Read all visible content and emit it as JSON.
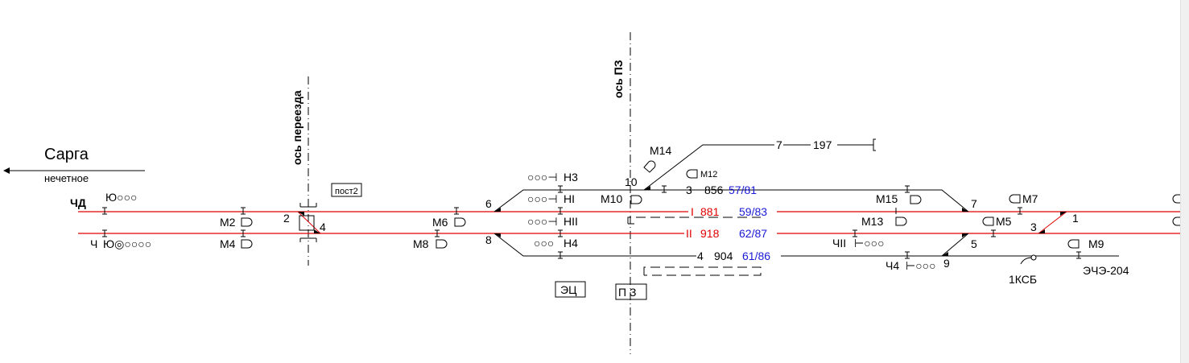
{
  "direction": {
    "station": "Сарга",
    "subtitle": "нечетное"
  },
  "axes": {
    "crossing_axis": "ось переезда",
    "pz_axis": "ось ПЗ"
  },
  "boxes": {
    "post": "пост2",
    "ec": "ЭЦ",
    "pz": "П З"
  },
  "colors": {
    "electrified_track": "#e00000",
    "track": "#000000",
    "length_label": "#1a1ad6",
    "background": "#ffffff"
  },
  "entry_signals": {
    "chd": {
      "name": "ЧД",
      "lamps": "Ю○○○"
    },
    "ch": {
      "name": "Ч",
      "lamps": "Ю◎○○○○"
    }
  },
  "shunting_signals": {
    "m2": "М2",
    "m4": "М4",
    "m6": "М6",
    "m8": "М8",
    "m10": "М10",
    "m12": "М12",
    "m14": "М14",
    "m15": "М15",
    "m13": "М13",
    "m5": "М5",
    "m7": "М7",
    "m9": "М9"
  },
  "exit_signals": {
    "n3": "Н3",
    "ni": "НI",
    "nii": "НII",
    "n4": "Н4",
    "chii": "ЧII",
    "ch4": "Ч4"
  },
  "switches": [
    "1",
    "2",
    "3",
    "4",
    "5",
    "6",
    "7",
    "8",
    "9",
    "10"
  ],
  "tracks": [
    {
      "id": "3",
      "label": "3",
      "length": "856",
      "capacity": "57/81",
      "electrified": false
    },
    {
      "id": "I",
      "label": "I",
      "length": "881",
      "capacity": "59/83",
      "electrified": true
    },
    {
      "id": "II",
      "label": "II",
      "length": "918",
      "capacity": "62/87",
      "electrified": true
    },
    {
      "id": "4",
      "label": "4",
      "length": "904",
      "capacity": "61/86",
      "electrified": false
    },
    {
      "id": "7",
      "label": "7",
      "length": "197",
      "capacity": "",
      "electrified": false
    }
  ],
  "devices": {
    "cable": "1КСБ",
    "substation": "ЭЧЭ-204"
  }
}
